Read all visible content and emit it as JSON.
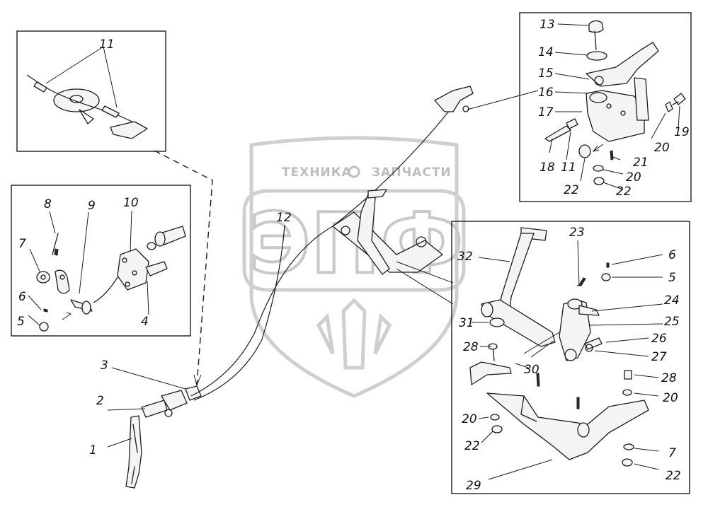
{
  "watermark": {
    "company_left": "ТЕХНИКА",
    "company_right": "ЗАПЧАСТИ",
    "logo_letters": "ЭПФ"
  },
  "callouts": {
    "c1": "1",
    "c2": "2",
    "c3": "3",
    "c4": "4",
    "c5a": "5",
    "c5b": "5",
    "c6a": "6",
    "c6b": "6",
    "c7a": "7",
    "c7b": "7",
    "c8": "8",
    "c9": "9",
    "c10": "10",
    "c11a": "11",
    "c11b": "11",
    "c12": "12",
    "c13": "13",
    "c14": "14",
    "c15": "15",
    "c16": "16",
    "c17": "17",
    "c18": "18",
    "c19": "19",
    "c20a": "20",
    "c20b": "20",
    "c20c": "20",
    "c20d": "20",
    "c21": "21",
    "c22a": "22",
    "c22b": "22",
    "c22c": "22",
    "c22d": "22",
    "c23": "23",
    "c24": "24",
    "c25": "25",
    "c26": "26",
    "c27": "27",
    "c28a": "28",
    "c28b": "28",
    "c29": "29",
    "c30": "30",
    "c31": "31",
    "c32": "32"
  }
}
